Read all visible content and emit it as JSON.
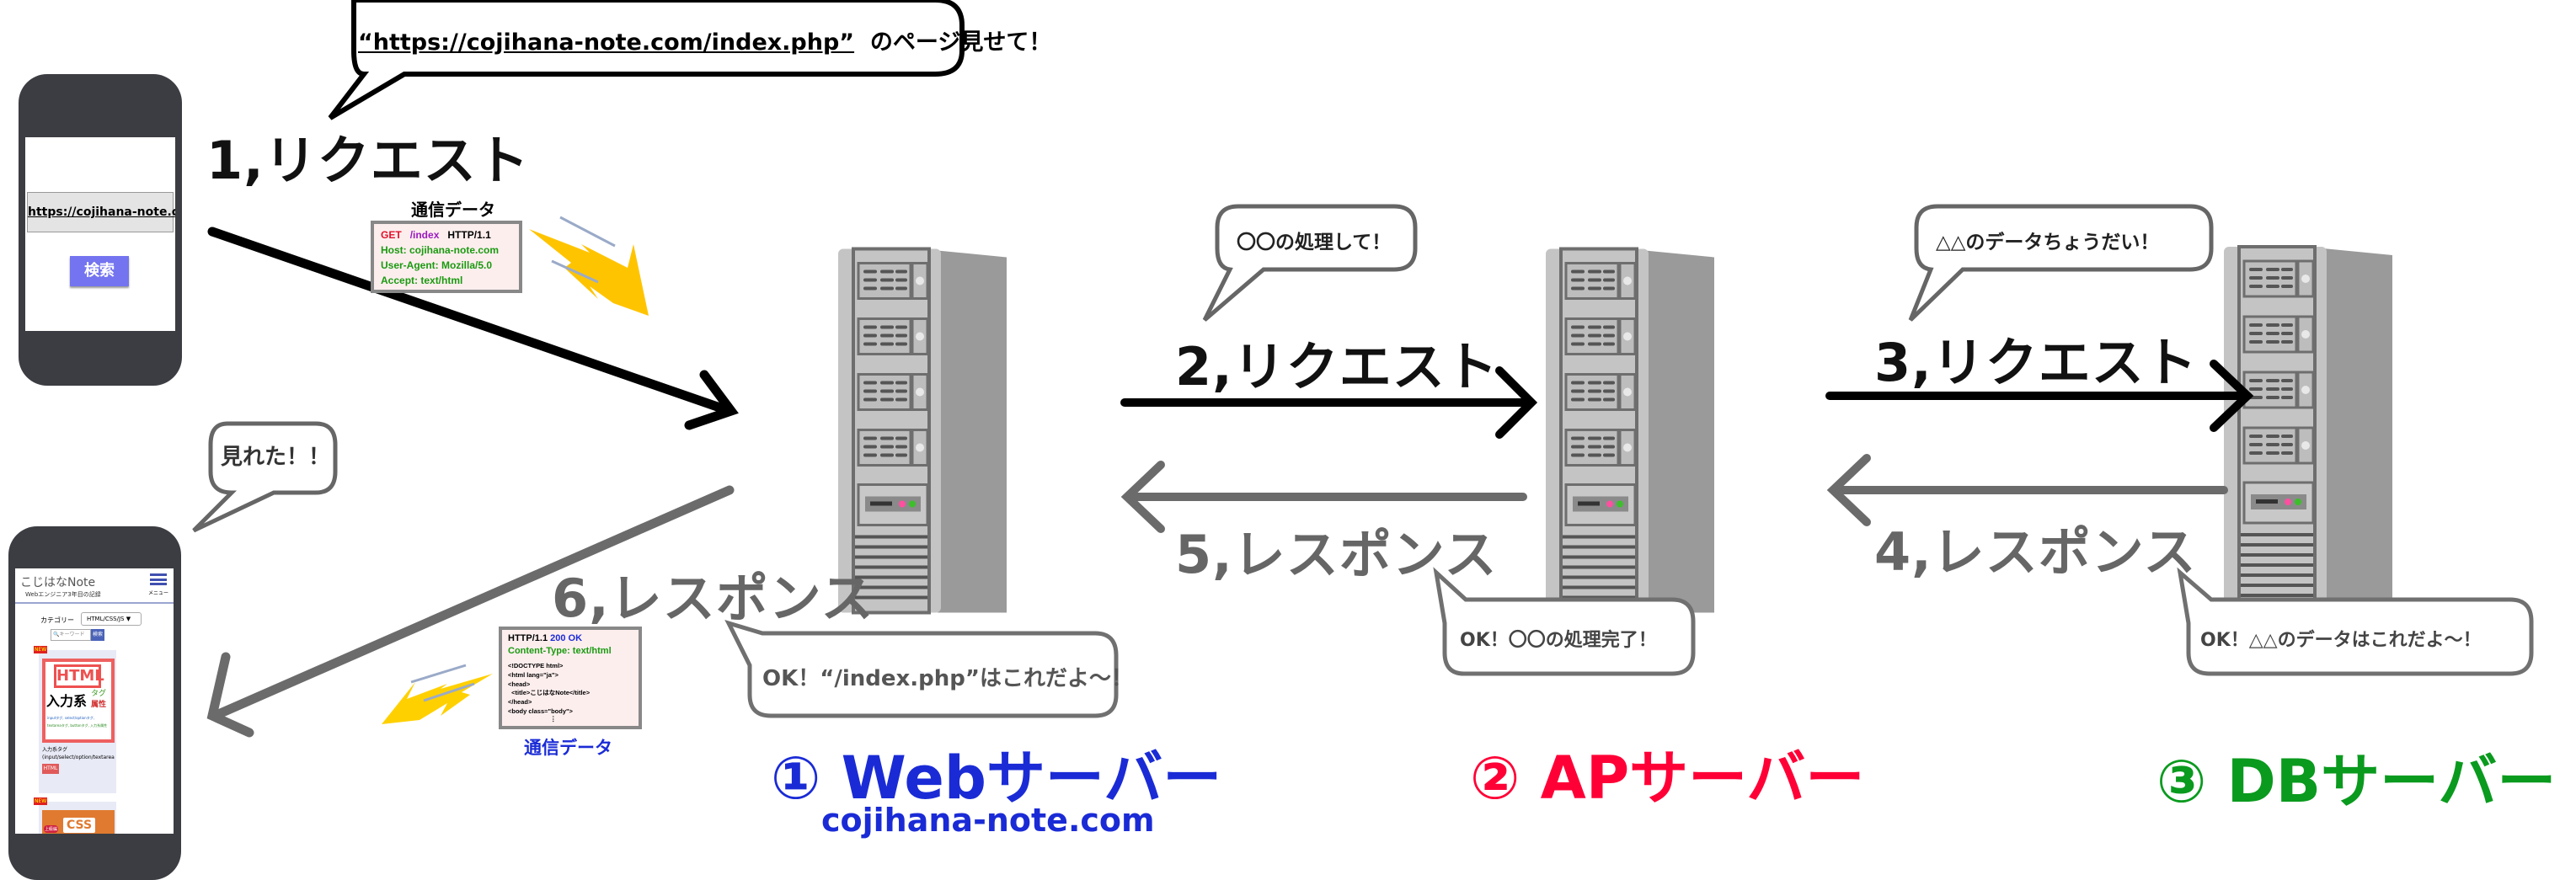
{
  "client_top": {
    "url": "https://cojihana-note.com/",
    "search_button": "検索"
  },
  "bubble_request": {
    "url": "“https://cojihana-note.com/index.php”",
    "text": "のページ見せて！"
  },
  "step1": "1,リクエスト",
  "request_data": {
    "title": "通信データ",
    "method": "GET",
    "path": "/index",
    "version": "HTTP/1.1",
    "host": "Host: cojihana-note.com",
    "user_agent": "User-Agent: Mozilla/5.0",
    "accept": "Accept: text/html"
  },
  "bubble_seen": "見れた！！",
  "client_bottom": {
    "logo": "こじはなNote",
    "tagline": "Webエンジニア3年目の記録",
    "menu": "メニュー",
    "category_label": "カテゴリー",
    "category_value": "HTML/CSS/JS",
    "keyword_placeholder": "キーワード",
    "search_button": "検索",
    "new_badge": "NEW",
    "card1_logo": "HTML",
    "card1_big": "入力系",
    "card1_tag": "タグ",
    "card1_attr": "属性",
    "card1_sub1": "inputタグ, select/optionタグ,",
    "card1_sub2": "textareaタグ, buttonタグ, 入力系属性",
    "card1_title": "入力系タグ(input/select/option/textarea/buttonタグ)と入力系属性の",
    "card1_category": "HTML",
    "card2_logo": "CSS",
    "card2_badge": "上級編"
  },
  "step6": "6,レスポンス",
  "response_data": {
    "title": "通信データ",
    "version": "HTTP/1.1",
    "status": "200 OK",
    "content_type": "Content-Type: text/html",
    "lines": [
      "<!DOCTYPE html>",
      "<html lang=\"ja\">",
      "<head>",
      "  <title>こじはなNote</title>",
      "</head>",
      "<body class=\"body\">",
      "⋮"
    ]
  },
  "bubble_web_ok": "OK！“/index.php”はこれだよ〜！",
  "bubble_ap_req": "〇〇の処理して！",
  "step2": "2,リクエスト",
  "step5": "5,レスポンス",
  "bubble_ap_ok": "OK！〇〇の処理完了！",
  "bubble_db_req": "△△のデータちょうだい！",
  "step3": "3,リクエスト",
  "step4": "4,レスポンス",
  "bubble_db_ok": "OK！△△のデータはこれだよ〜！",
  "servers": [
    {
      "label": "① Webサーバー",
      "domain": "cojihana-note.com",
      "color": "#1a2bd6"
    },
    {
      "label": "② APサーバー",
      "color": "#ff0036"
    },
    {
      "label": "③ DBサーバー",
      "color": "#0a9a1e"
    }
  ],
  "colors": {
    "request_arrow": "#000000",
    "response_arrow": "#6b6b6b",
    "motion": "#ffc400"
  }
}
